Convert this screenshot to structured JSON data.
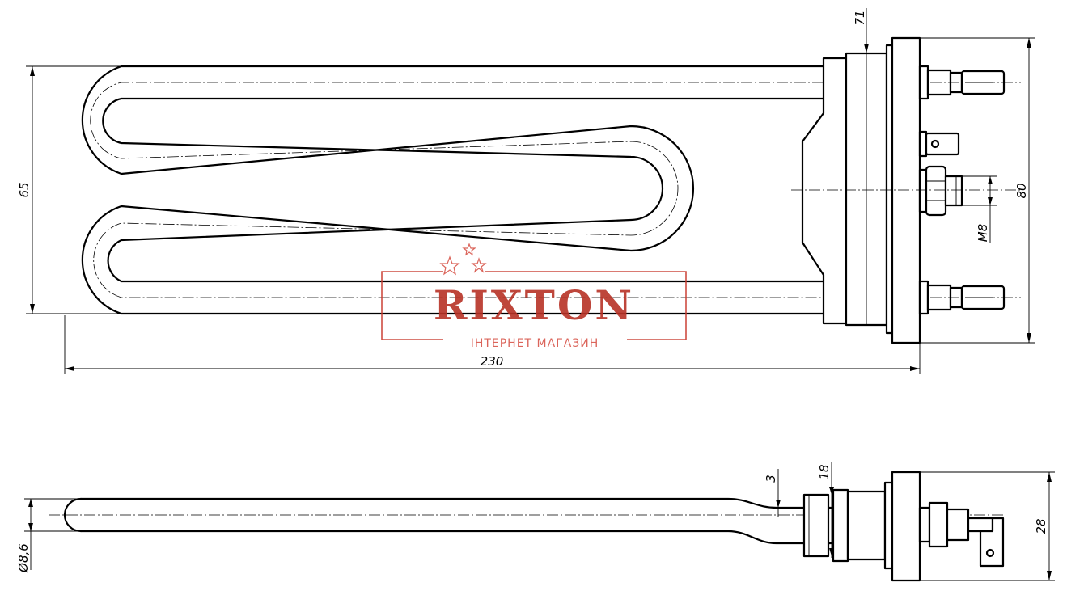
{
  "dimensions": {
    "length": "230",
    "height_loop": "65",
    "flange_71": "71",
    "flange_80": "80",
    "thread": "M8",
    "diameter": "Ø8,6",
    "offset_3": "3",
    "depth_18": "18",
    "side_28": "28"
  },
  "watermark": {
    "title": "RIXTON",
    "subtitle": "ІНТЕРНЕТ МАГАЗИН"
  },
  "colors": {
    "logo": "#b83226",
    "lines": "#000000"
  }
}
